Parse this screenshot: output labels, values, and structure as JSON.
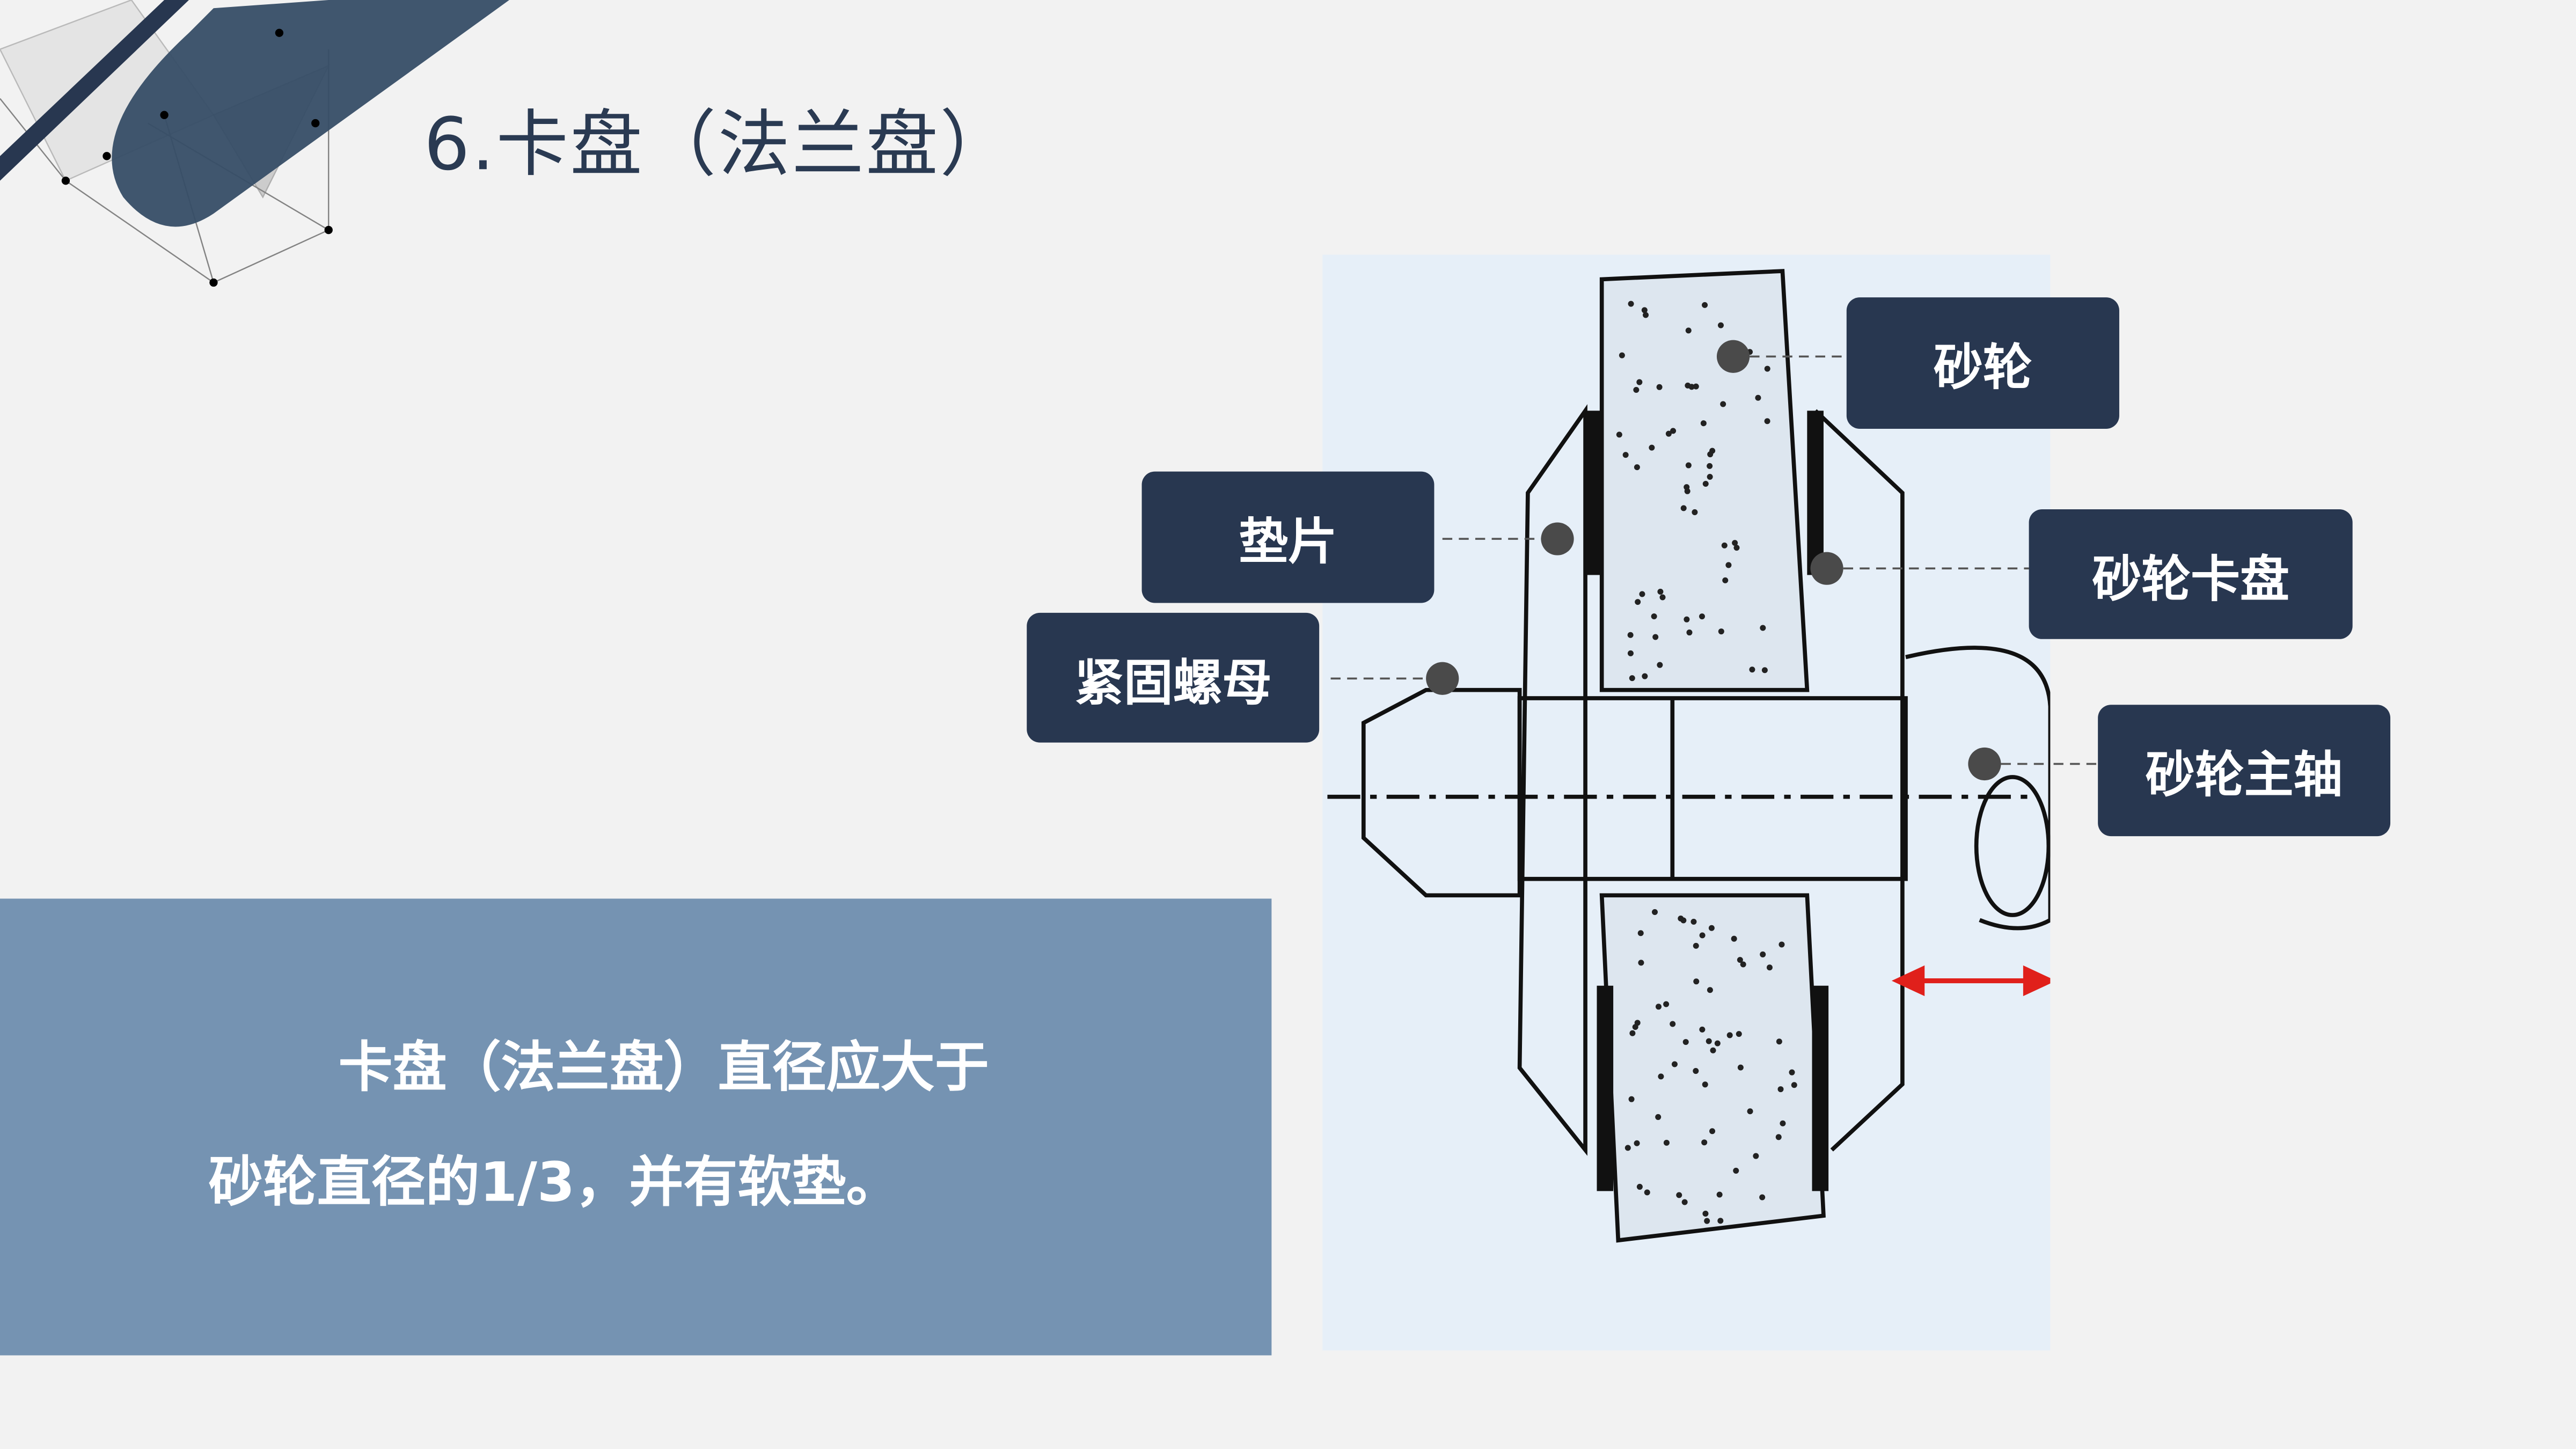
{
  "title": "6.卡盘（法兰盘）",
  "panel": {
    "line1": "卡盘（法兰盘）直径应大于",
    "line2": "砂轮直径的1/3，并有软垫。"
  },
  "labels": {
    "wheel": "砂轮",
    "gasket": "垫片",
    "flange": "砂轮卡盘",
    "nut": "紧固螺母",
    "spindle": "砂轮主轴"
  },
  "colors": {
    "navy": "#283750",
    "panel": "#7593b2",
    "accent": "#e0201b"
  }
}
